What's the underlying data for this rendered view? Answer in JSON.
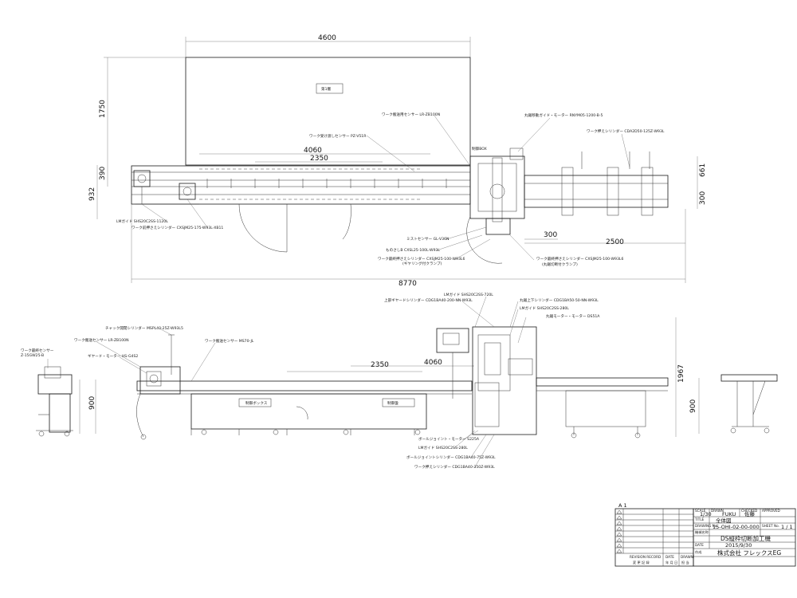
{
  "dimensions": {
    "top_width": "4600",
    "top_height": "1750",
    "inner_4060": "4060",
    "inner_2350": "2350",
    "left_390": "390",
    "left_932": "932",
    "right_661": "661",
    "right_300": "300",
    "bottom_300": "300",
    "bottom_2500": "2500",
    "total_8770": "8770",
    "side_2350": "2350",
    "side_4060": "4060",
    "side_1967": "1967",
    "side_900_left": "900",
    "side_900_right": "900"
  },
  "labels": {
    "zone_box": "第1層",
    "control_box": "制御BOX",
    "side_box_left": "制御ボックス",
    "side_box_right": "制御盤"
  },
  "top_notes": {
    "n1": "ワーク搬送用センサー LR-ZB100N",
    "n2": "ワーク受け渡しセンサー PZ-V51R",
    "n3": "丸鋸移動ガイド・モーター RNYM05-1200-B-5",
    "n4": "ワーク押えシリンダー CDA2D50-125Z-W93L",
    "n5": "LMガイド SHS20C2SS-1120L",
    "n6": "ワーク前押さえシリンダー CXSJM25-175-W93L-XB11",
    "n7": "ミストセンサー GL-V36N",
    "n8": "ものさしB CXSL25-100L-W93L",
    "n9": "ワーク最終押さえシリンダー CXSJM25-100-W93L6",
    "n9b": "(ギヤリング付クランプ)",
    "n10": "ワーク最終押さえシリンダー CXSJM25-100-W93L6",
    "n10b": "(丸鋸切断付クランプ)"
  },
  "side_notes": {
    "s1": "ワーク最終センサー",
    "s1b": "Z-15GW25-B",
    "s2": "ワーク搬送センサー LR-ZB100N",
    "s3": "ギヤード・モーター HS-G4S2",
    "s4": "チャック開閉シリンダー MSPL40-25Z-W93L5",
    "s5": "ワーク搬送センサー MS70-JL",
    "s6": "LMガイド SHS20C2SS-720L",
    "s7": "上部ギヤードシリンダー CDG1BA40-200-NN-W93L",
    "s8": "丸鋸上下シリンダー CDG1BA50-50-NN-W93L",
    "s9": "LMガイド SHS20C2SS-280L",
    "s10": "丸鋸モーター・モーター DS51A",
    "s11": "ボールジョイント・モーター S225A",
    "s12": "LMガイド SHS20C2SS-280L",
    "s13": "ボールジョイントシリンダー CDG1BA40-75Z-W93L",
    "s14": "ワーク押えシリンダー CDG1BA40-350Z-W93L"
  },
  "title_block": {
    "revision_mark": "A 1",
    "scale_label": "SCALE",
    "scale_value": "1/30",
    "drawn_label": "DRAWN",
    "drawn_value": "FUKU",
    "checked_label": "CHECKED",
    "checked_value": "佐藤",
    "approved_label": "APPROVED",
    "approved_value": "",
    "title_label": "TITLE",
    "title_value": "全体図",
    "drawing_no_label": "DRAWING No.",
    "drawing_no_value": "15-OHI-02-00-000",
    "sheet_label": "SHEET No.",
    "sheet_value": "1 / 1",
    "machine_label": "機械名称",
    "machine_value": "DS縦枠切断加工機",
    "date_label": "DATE",
    "date_value": "2015/9/30",
    "company_label": "作成",
    "company_value": "株式会社 フレックスEG",
    "rev_record": "REVISION RECORD",
    "rev_record_jp": "変 更 記 録",
    "date_col": "DATE",
    "date_col_jp": "年 月 日",
    "drawn_col": "DRAWN",
    "drawn_col_jp": "担 当"
  }
}
